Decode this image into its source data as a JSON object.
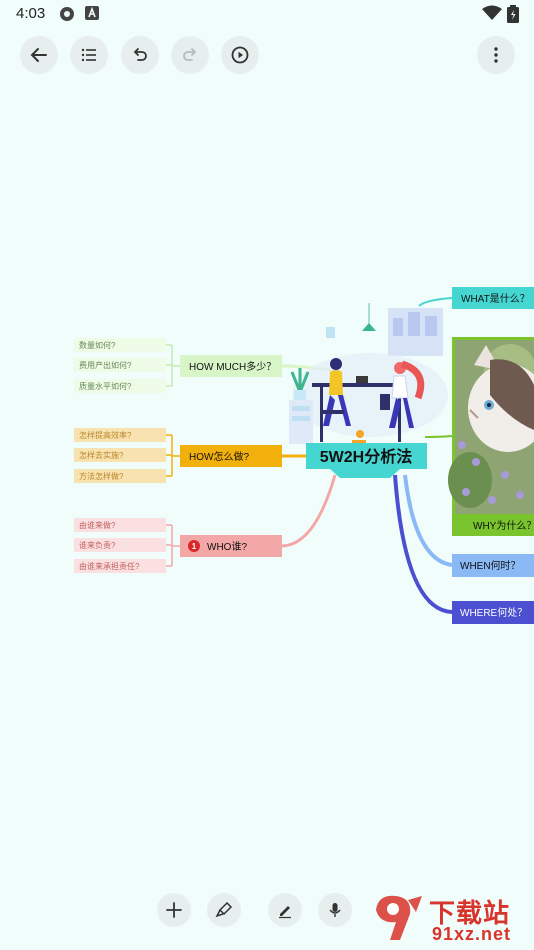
{
  "status_bar": {
    "time": "4:03"
  },
  "toolbar": {
    "back": "back-arrow-icon",
    "outline": "outline-list-icon",
    "undo": "undo-icon",
    "redo": "redo-icon",
    "play": "play-icon",
    "more": "more-vertical-icon"
  },
  "mindmap": {
    "central_title": "5W2H分析法",
    "colors": {
      "central": "#45d6d2",
      "what": "#45d6d2",
      "why": "#7ac52e",
      "when": "#8ab9f5",
      "where": "#4b4fd0",
      "how_much": "#d8f5c8",
      "how": "#f2b00c",
      "who": "#f4a7a7"
    },
    "right_branches": {
      "what": "WHAT是什么？",
      "why": "WHY为什么？",
      "when": "WHEN何时？",
      "where": "WHERE何处？"
    },
    "left_branches": [
      {
        "label": "HOW MUCH多少？",
        "children": [
          "数量如何?",
          "费用产出如何?",
          "质量水平如何?"
        ]
      },
      {
        "label": "HOW怎么做?",
        "children": [
          "怎样提高效率?",
          "怎样去实施?",
          "方法怎样做?"
        ]
      },
      {
        "label": "WHO谁?",
        "marker": "1",
        "children": [
          "由谁来做?",
          "谁来负责?",
          "由谁来承担责任?"
        ]
      }
    ]
  },
  "bottom_toolbar": {
    "add": "add-icon",
    "style": "paint-brush-icon",
    "edit": "pen-edit-icon",
    "voice": "microphone-icon"
  },
  "watermark": {
    "main": "下载站",
    "sub": "91xz.net"
  }
}
